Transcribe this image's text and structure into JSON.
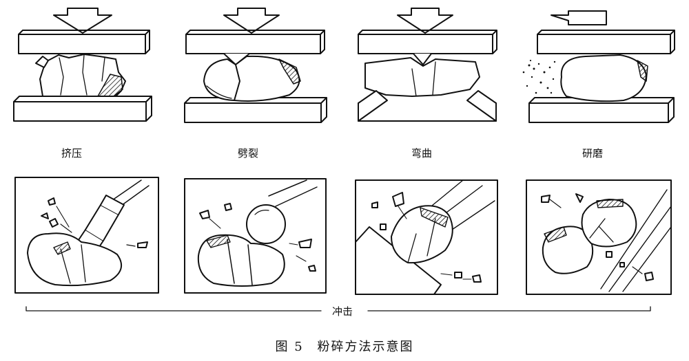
{
  "top_methods": [
    {
      "label": "挤压"
    },
    {
      "label": "劈裂"
    },
    {
      "label": "弯曲"
    },
    {
      "label": "研磨"
    }
  ],
  "impact_label": "冲击",
  "caption": {
    "figure_no": "图 5",
    "title": "粉碎方法示意图"
  },
  "colors": {
    "ink": "#111111",
    "paper": "#ffffff"
  }
}
